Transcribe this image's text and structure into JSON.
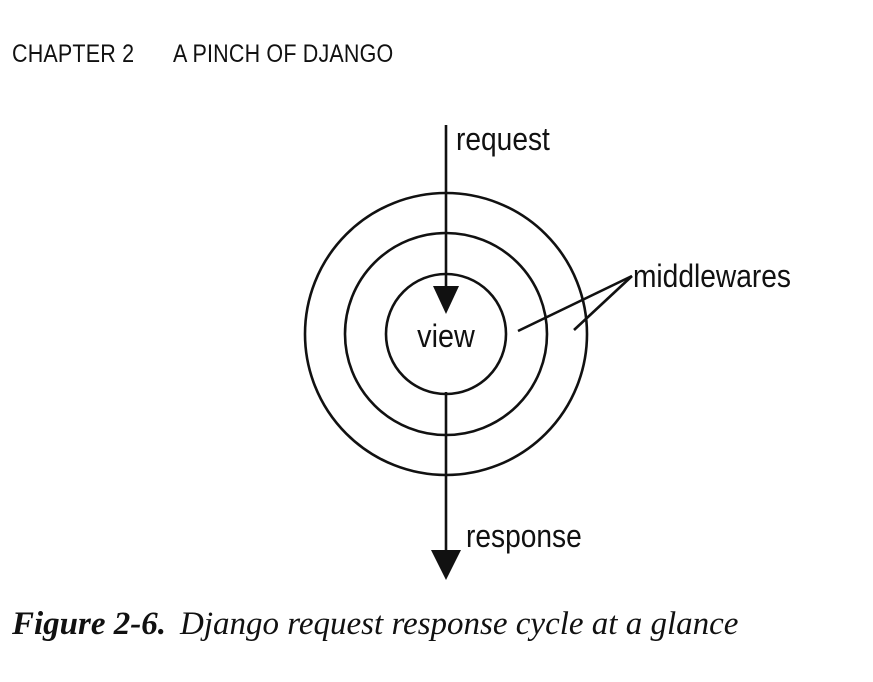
{
  "running_head": {
    "chapter_number": "CHAPTER 2",
    "chapter_title": "A PINCH OF DJANGO"
  },
  "diagram": {
    "center_label": "view",
    "incoming_label": "request",
    "outgoing_label": "response",
    "layers_label": "middlewares"
  },
  "caption": {
    "figure_label": "Figure 2-6.",
    "figure_text": "Django request response cycle at a glance"
  }
}
